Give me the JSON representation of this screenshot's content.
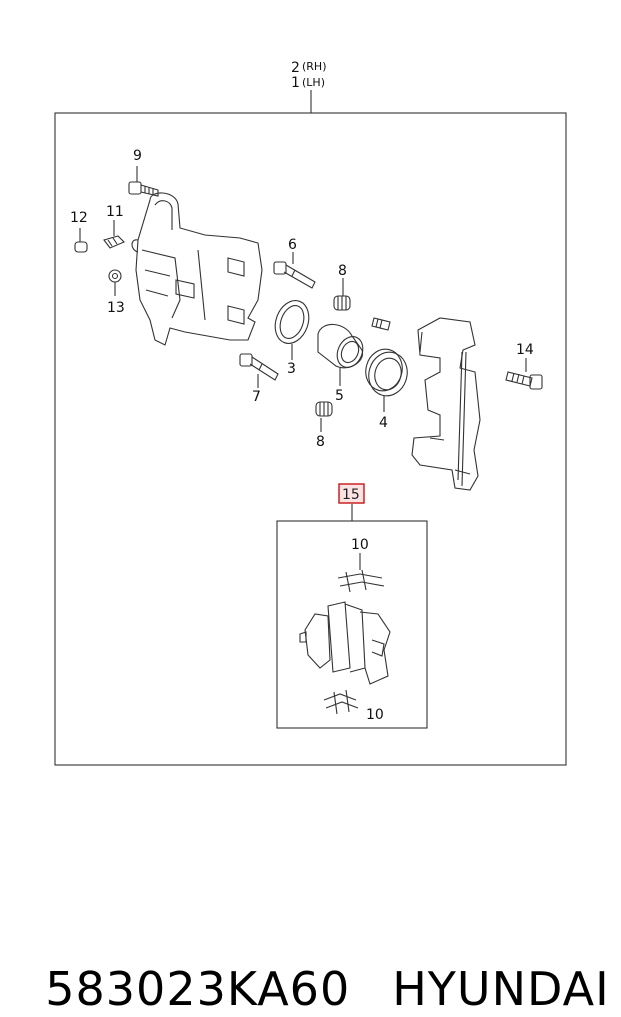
{
  "header": {
    "rh_number": "2",
    "rh_side": "(RH)",
    "lh_number": "1",
    "lh_side": "(LH)"
  },
  "callouts": {
    "p9": "9",
    "p12": "12",
    "p11": "11",
    "p13": "13",
    "p6": "6",
    "p8_top": "8",
    "p3": "3",
    "p7": "7",
    "p5": "5",
    "p8_bottom": "8",
    "p4": "4",
    "p14": "14",
    "p15": "15",
    "p10_top": "10",
    "p10_bottom": "10"
  },
  "caption": {
    "part_number": "583023KA60",
    "brand": "HYUNDAI"
  },
  "colors": {
    "line": "#333333",
    "highlight_box": "#cc2222",
    "highlight_fill": "#fbe3e3"
  }
}
